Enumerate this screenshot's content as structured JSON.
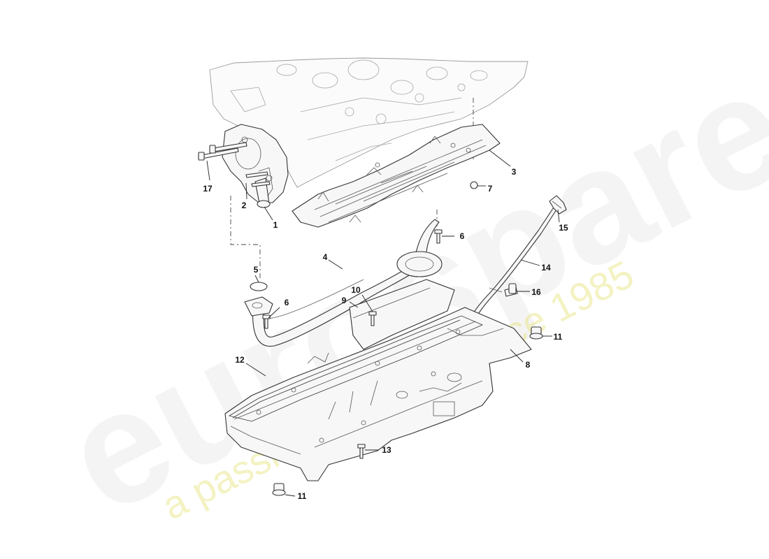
{
  "watermark": {
    "brand": "eurospares",
    "tagline": "a passion for parts since 1985"
  },
  "callouts": [
    {
      "id": "c17",
      "label": "17"
    },
    {
      "id": "c2",
      "label": "2"
    },
    {
      "id": "c1",
      "label": "1"
    },
    {
      "id": "c3",
      "label": "3"
    },
    {
      "id": "c7",
      "label": "7"
    },
    {
      "id": "c15",
      "label": "15"
    },
    {
      "id": "c6a",
      "label": "6"
    },
    {
      "id": "c14",
      "label": "14"
    },
    {
      "id": "c5",
      "label": "5"
    },
    {
      "id": "c4",
      "label": "4"
    },
    {
      "id": "c16",
      "label": "16"
    },
    {
      "id": "c10",
      "label": "10"
    },
    {
      "id": "c9",
      "label": "9"
    },
    {
      "id": "c6b",
      "label": "6"
    },
    {
      "id": "c11a",
      "label": "11"
    },
    {
      "id": "c8",
      "label": "8"
    },
    {
      "id": "c12",
      "label": "12"
    },
    {
      "id": "c13",
      "label": "13"
    },
    {
      "id": "c11b",
      "label": "11"
    }
  ]
}
